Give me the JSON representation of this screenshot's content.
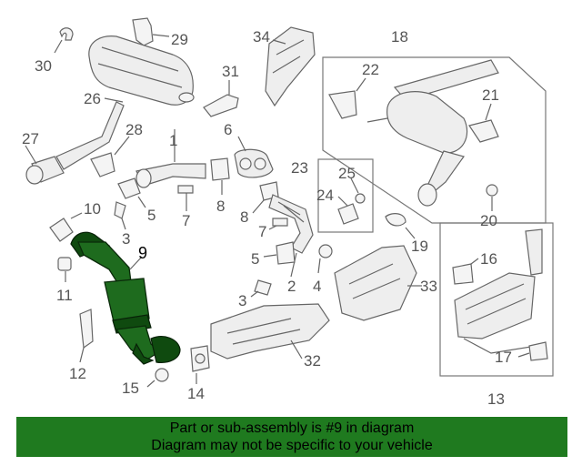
{
  "callouts": {
    "c1": "1",
    "c2": "2",
    "c3a": "3",
    "c3b": "3",
    "c4": "4",
    "c5a": "5",
    "c5b": "5",
    "c6": "6",
    "c7a": "7",
    "c7b": "7",
    "c8a": "8",
    "c8b": "8",
    "c9": "9",
    "c10": "10",
    "c11": "11",
    "c12": "12",
    "c13": "13",
    "c14": "14",
    "c15": "15",
    "c16": "16",
    "c17": "17",
    "c18": "18",
    "c19": "19",
    "c20": "20",
    "c21": "21",
    "c22": "22",
    "c23": "23",
    "c24": "24",
    "c25": "25",
    "c26": "26",
    "c27": "27",
    "c28": "28",
    "c29": "29",
    "c30": "30",
    "c31": "31",
    "c32": "32",
    "c33": "33",
    "c34": "34"
  },
  "highlight_color": "#1f7a1f",
  "banner": {
    "line1": "Part or sub-assembly is #9 in diagram",
    "line2": "Diagram may not be specific to your vehicle"
  }
}
